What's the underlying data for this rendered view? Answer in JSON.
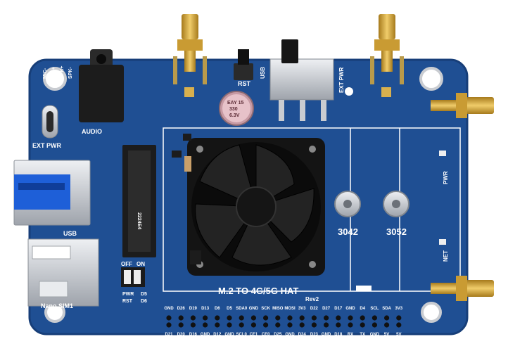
{
  "board": {
    "title": "M.2 TO 4G/5G HAT",
    "revision": "Rev2",
    "colors": {
      "pcb": "#1f4f93",
      "pcb_dark": "#173e78",
      "silk": "#ffffff",
      "gold": "#d4a63a",
      "metal": "#c9ccd1",
      "fan": "#141414"
    }
  },
  "labels": {
    "audio": "AUDIO",
    "ext_pwr_left": "EXT PWR",
    "ext_pwr_right": "EXT PWR",
    "usb_port": "USB",
    "usb_switch": "USB",
    "rst": "RST",
    "mic_minus": "MIC-",
    "mic_plus": "MIC+",
    "spk_plus": "SPK+",
    "spk_minus": "SPK-",
    "nano_sim": "Nano SIM1",
    "pwr": "PWR",
    "net": "NET",
    "mount_3042": "3042",
    "mount_3052": "3052",
    "m2_slot": "2224E4",
    "switch_off": "OFF",
    "switch_on": "ON",
    "led_pwr": "PWR",
    "led_rst": "RST",
    "led_d5": "D5",
    "led_d6": "D6",
    "capacitor_line1": "EAY 15",
    "capacitor_line2": "330",
    "capacitor_line3": "6.3V"
  },
  "gpio": {
    "top": [
      "GND",
      "D26",
      "D19",
      "D13",
      "D6",
      "D5",
      "SDA0",
      "GND",
      "SCK",
      "MISO",
      "MOSI",
      "3V3",
      "D22",
      "D27",
      "D17",
      "GND",
      "D4",
      "SCL",
      "SDA",
      "3V3"
    ],
    "bottom": [
      "D21",
      "D20",
      "D16",
      "GND",
      "D12",
      "GND",
      "SCL0",
      "CE1",
      "CE0",
      "D25",
      "GND",
      "D24",
      "D23",
      "GND",
      "D18",
      "RX",
      "TX",
      "GND",
      "5V",
      "5V"
    ]
  }
}
